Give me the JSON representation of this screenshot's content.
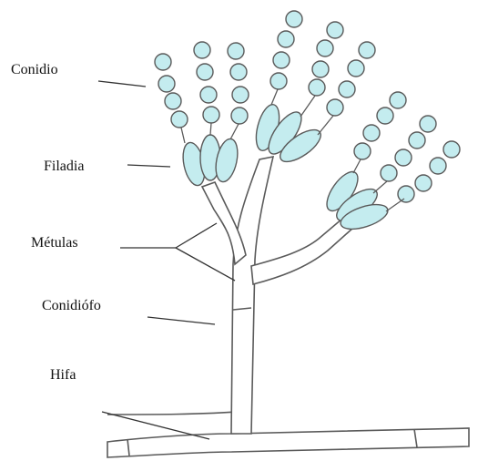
{
  "labels": {
    "conidio": "Conidio",
    "filadia": "Filadia",
    "metulas": "Métulas",
    "conidiofo": "Conidiófo",
    "hifa": "Hifa"
  },
  "colors": {
    "cell_fill": "#c4ecef",
    "outline": "#5a5a5a",
    "hypha_fill": "#ffffff",
    "text": "#111111"
  }
}
